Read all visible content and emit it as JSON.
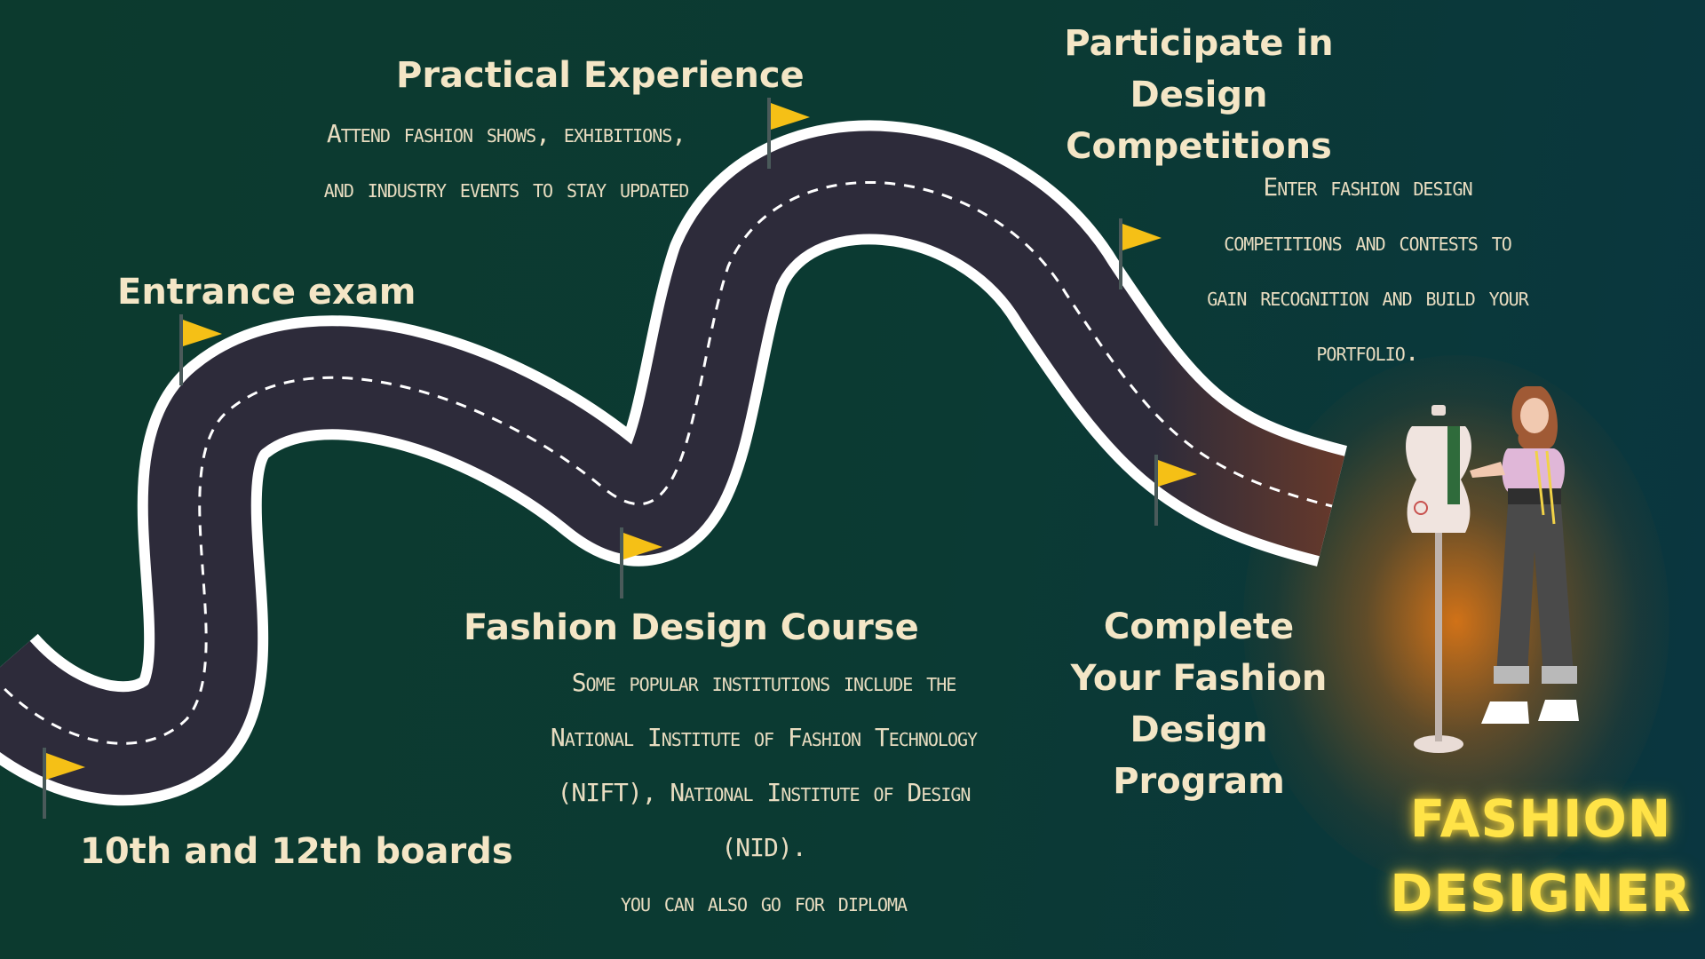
{
  "steps": [
    {
      "title": "10th and 12th boards"
    },
    {
      "title": "Entrance exam"
    },
    {
      "title": "Fashion Design Course",
      "desc": [
        "Some popular institutions include the",
        "National Institute of Fashion Technology",
        "(NIFT), National Institute of Design (NID).",
        "you can also go for diploma"
      ]
    },
    {
      "title": "Practical Experience",
      "desc": [
        "Attend fashion shows, exhibitions,",
        "and industry events to stay updated"
      ]
    },
    {
      "title_lines": [
        "Participate in",
        "Design",
        "Competitions"
      ],
      "desc": [
        "Enter fashion design",
        "competitions and contests to",
        "gain recognition and build your",
        "portfolio."
      ]
    },
    {
      "title_lines": [
        "Complete",
        "Your Fashion",
        "Design",
        "Program"
      ]
    }
  ],
  "brand": {
    "line1": "FASHION",
    "line2": "DESIGNER"
  },
  "colors": {
    "road": "#2d2b3a",
    "road_edge": "#ffffff",
    "flag": "#f5c016",
    "title": "#f4e6c6",
    "brand": "#ffe347"
  },
  "icons": [
    "flag-icon",
    "dress-form-icon",
    "designer-figure"
  ]
}
